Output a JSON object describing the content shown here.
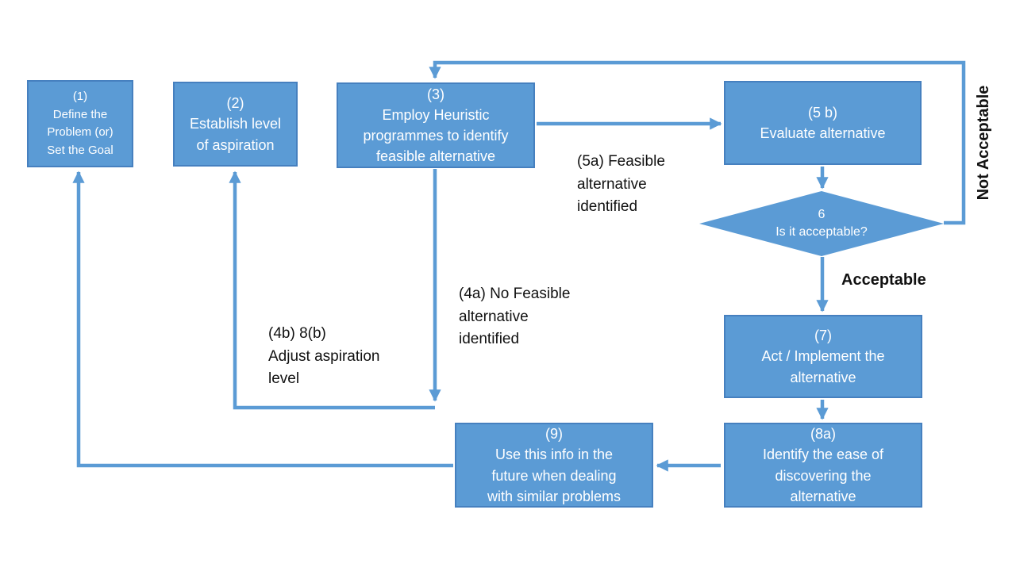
{
  "colors": {
    "shape_fill": "#5b9bd5",
    "shape_border": "#4680bf",
    "connector": "#5b9bd5",
    "box_text": "#ffffff",
    "label_text": "#111111",
    "background": "#ffffff"
  },
  "nodes": {
    "box1": {
      "label": "(1)\nDefine the\nProblem (or)\nSet the Goal"
    },
    "box2": {
      "label": "(2)\nEstablish level\nof aspiration"
    },
    "box3": {
      "label": "(3)\nEmploy Heuristic\nprogrammes to identify\nfeasible alternative"
    },
    "box5b": {
      "label": "(5 b)\nEvaluate alternative"
    },
    "diamond6": {
      "label": "6\nIs it acceptable?"
    },
    "box7": {
      "label": "(7)\nAct / Implement the\nalternative"
    },
    "box8a": {
      "label": "(8a)\nIdentify the ease of\ndiscovering the\nalternative"
    },
    "box9": {
      "label": "(9)\nUse this info in the\nfuture when dealing\nwith similar problems"
    }
  },
  "edge_labels": {
    "feasible": "(5a) Feasible\nalternative\nidentified",
    "no_feasible": "(4a) No Feasible\nalternative\nidentified",
    "adjust_aspiration": "(4b) 8(b)\nAdjust aspiration\nlevel",
    "acceptable": "Acceptable",
    "not_acceptable": "Not Acceptable"
  }
}
